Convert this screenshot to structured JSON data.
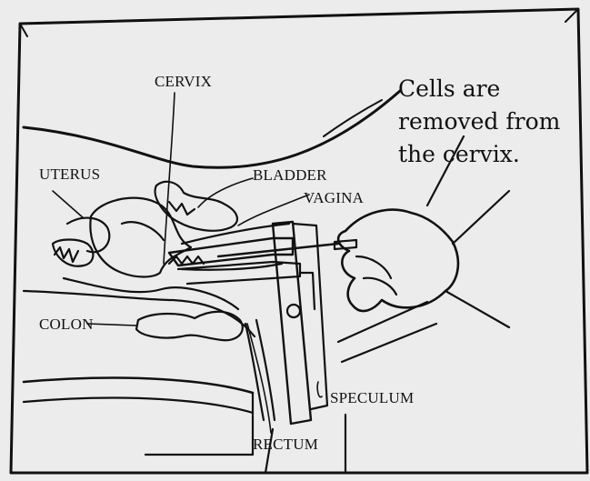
{
  "caption": {
    "line1": "Cells are",
    "line2": "removed from",
    "line3": "the cervix."
  },
  "labels": {
    "cervix": "CERVIX",
    "uterus": "UTERUS",
    "bladder": "BLADDER",
    "vagina": "VAGINA",
    "colon": "COLON",
    "speculum": "SPECULUM",
    "rectum": "RECTUM"
  }
}
